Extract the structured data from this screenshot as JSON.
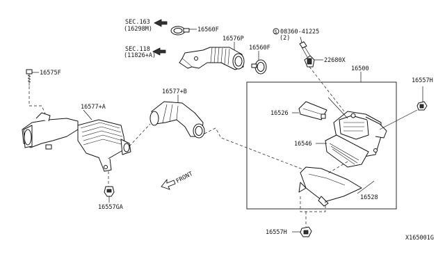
{
  "diagram": {
    "figure_code": "X165001G",
    "front_label": "FRONT",
    "callouts": {
      "sec163_line1": "SEC.163",
      "sec163_line2": "(16298M)",
      "sec118_line1": "SEC.118",
      "sec118_line2": "(11826+A)",
      "p16560f_top": "16560F",
      "p16576p": "16576P",
      "p16560f_mid": "16560F",
      "p08360_line1": "08360-41225",
      "p08360_line2": "(2)",
      "p22680x": "22680X",
      "p16575f": "16575F",
      "p16577a": "16577+A",
      "p16577b": "16577+B",
      "p16500": "16500",
      "p16557h_top": "16557H",
      "p16526": "16526",
      "p16546": "16546",
      "p16528": "16528",
      "p16557ga": "16557GA",
      "p16557h_bottom": "16557H"
    }
  }
}
